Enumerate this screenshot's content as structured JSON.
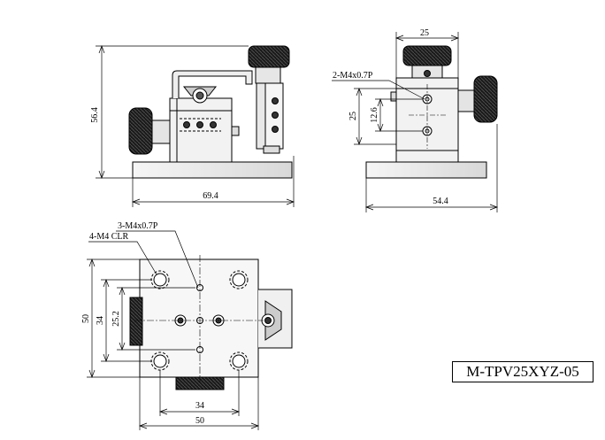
{
  "drawing": {
    "model_label": "M-TPV25XYZ-05",
    "side_view": {
      "height_dim": "56.4",
      "width_dim": "69.4"
    },
    "front_view": {
      "top_width_dim": "25",
      "thread_callout": "2-M4x0.7P",
      "height_dim": "25",
      "hole_spacing_dim": "12.6",
      "base_width_dim": "54.4"
    },
    "top_view": {
      "thread_callout": "3-M4x0.7P",
      "clearance_callout": "4-M4 CLR",
      "outer_height_dim": "50",
      "hole_height_dim": "34",
      "inner_height_dim": "25.2",
      "hole_width_dim": "34",
      "outer_width_dim": "50"
    }
  }
}
